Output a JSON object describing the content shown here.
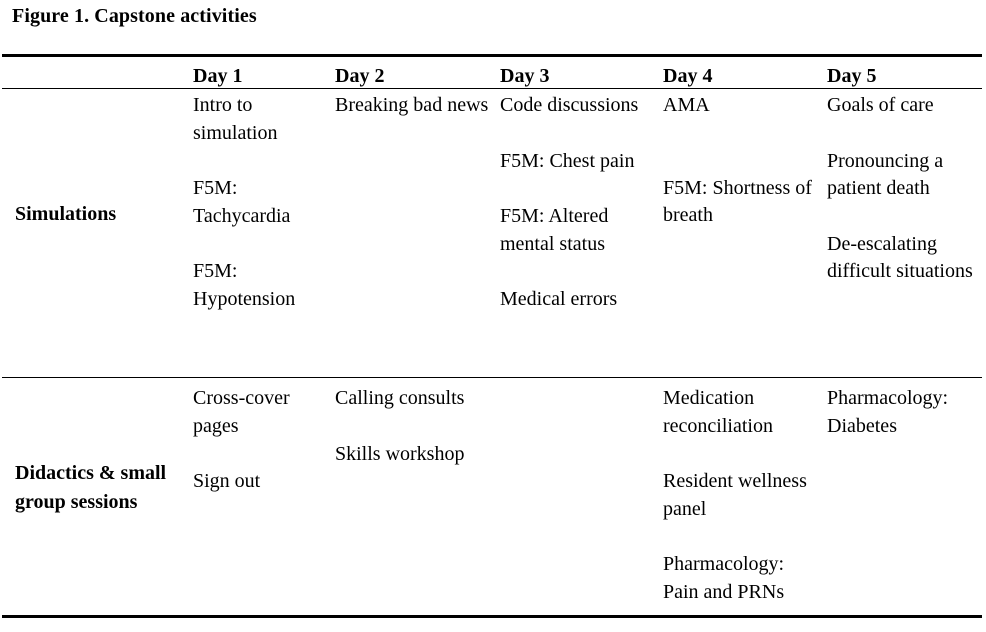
{
  "figure": {
    "title": "Figure 1. Capstone activities"
  },
  "table": {
    "corner_header": "",
    "column_headers": [
      "Day 1",
      "Day 2",
      "Day 3",
      "Day 4",
      "Day 5"
    ],
    "rows": [
      {
        "label": "Simulations",
        "cells": {
          "day1": [
            "Intro to simulation",
            "F5M: Tachycardia",
            "F5M: Hypotension"
          ],
          "day2": [
            "Breaking bad news"
          ],
          "day3": [
            "Code discussions",
            "F5M: Chest pain",
            "F5M: Altered mental status",
            "Medical errors"
          ],
          "day4": [
            "AMA",
            "F5M: Shortness of breath"
          ],
          "day5": [
            "Goals of care",
            "Pronouncing a patient death",
            "De-escalating difficult situations"
          ]
        }
      },
      {
        "label": "Didactics & small group sessions",
        "cells": {
          "day1": [
            "Cross-cover pages",
            "Sign out"
          ],
          "day2": [
            "Calling consults",
            "Skills workshop"
          ],
          "day3": [],
          "day4": [
            "Medication reconciliation",
            "Resident wellness panel",
            "Pharmacology: Pain and PRNs"
          ],
          "day5": [
            "Pharmacology: Diabetes"
          ]
        }
      }
    ]
  },
  "style": {
    "text_color": "#000000",
    "background_color": "#ffffff",
    "rule_color": "#000000"
  }
}
